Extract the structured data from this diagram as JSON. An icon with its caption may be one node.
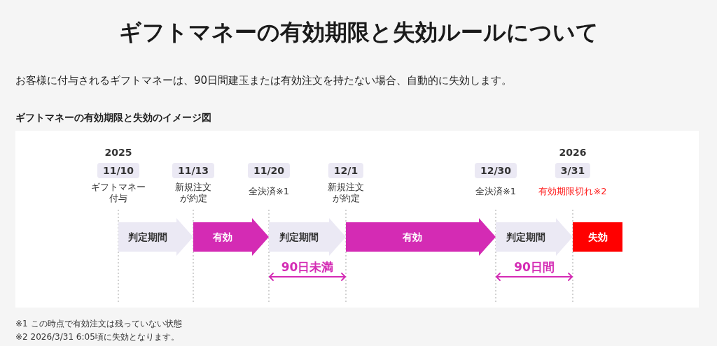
{
  "diagram": {
    "title": "ギフトマネーの有効期限と失効ルールについて",
    "nodes": [
      {
        "text": [
          "11/10"
        ],
        "beside": [
          "2025",
          "ギフトマネー付与"
        ]
      },
      {
        "text": [
          "11/13"
        ],
        "beside": [
          "新規注文が約定"
        ]
      },
      {
        "text": [
          "11/20"
        ],
        "beside": [
          "全決済※1"
        ]
      },
      {
        "text": [
          "12/1"
        ],
        "beside": [
          "新規注文が約定"
        ]
      },
      {
        "text": [
          "12/30"
        ],
        "beside": [
          "全決済※1"
        ]
      },
      {
        "text": [
          "3/31"
        ],
        "beside": [
          "2026",
          "有効期限切れ※2"
        ]
      },
      {
        "text": [
          "判定期間"
        ]
      },
      {
        "text": [
          "有効"
        ]
      },
      {
        "text": [
          "判定期間"
        ]
      },
      {
        "text": [
          "有効"
        ]
      },
      {
        "text": [
          "判定期間"
        ]
      },
      {
        "text": [
          "失効"
        ]
      }
    ],
    "labels": [
      "お客様に付与されるギフトマネーは、90日間建玉または有効注文を持たない場合、自動的に失効します。",
      "ギフトマネーの有効期限と失効のイメージ図",
      "90日未満",
      "90日間",
      "※1 この時点で有効注文は残っていない状態",
      "※2 2026/3/31 6:05頃に失効となります。"
    ]
  }
}
